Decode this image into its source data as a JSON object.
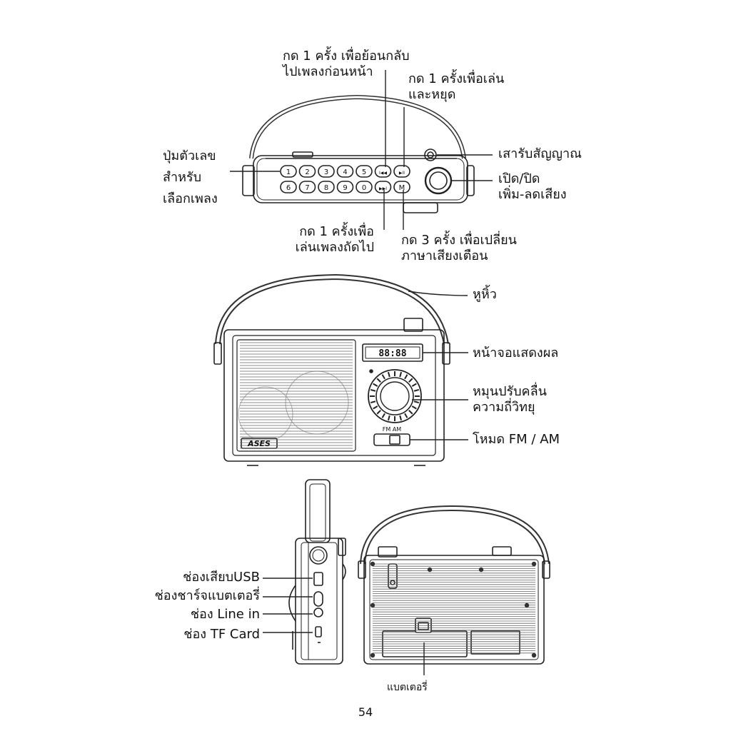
{
  "top_view": {
    "prev_label": [
      "กด 1 ครั้ง เพื่อย้อนกลับ",
      "ไปเพลงก่อนหน้า"
    ],
    "play_label": [
      "กด 1 ครั้งเพื่อเล่น",
      "และหยุด"
    ],
    "number_label": [
      "ปุ่มตัวเลข",
      "สำหรับ",
      "เลือกเพลง"
    ],
    "antenna_label": "เสารับสัญญาณ",
    "power_label": [
      "เปิด/ปิด",
      "เพิ่ม-ลดเสียง"
    ],
    "next_label": [
      "กด 1 ครั้งเพื่อ",
      "เล่นเพลงถัดไป"
    ],
    "lang_label": [
      "กด 3 ครั้ง เพื่อเปลี่ยน",
      "ภาษาเสียงเตือน"
    ],
    "buttons_row1": [
      "1",
      "2",
      "3",
      "4",
      "5",
      "I◀◀",
      "▶II"
    ],
    "buttons_row2": [
      "6",
      "7",
      "8",
      "9",
      "0",
      "▶▶I",
      "M"
    ]
  },
  "front_view": {
    "handle_label": "หูหิ้ว",
    "display_label": "หน้าจอแสดงผล",
    "display_text": "88:88",
    "tuner_label": [
      "หมุนปรับคลื่น",
      "ความถี่วิทยุ"
    ],
    "mode_label": "โหมด FM / AM",
    "switch_text": "FM AM",
    "brand": "ASES"
  },
  "side_view": {
    "usb_label": "ช่องเสียบUSB",
    "charge_label": "ช่องชาร์จแบตเตอรี่",
    "linein_label": "ช่อง Line in",
    "tf_label": "ช่อง TF Card"
  },
  "back_view": {
    "battery_label": "แบตเตอรี่"
  },
  "page_number": "54"
}
